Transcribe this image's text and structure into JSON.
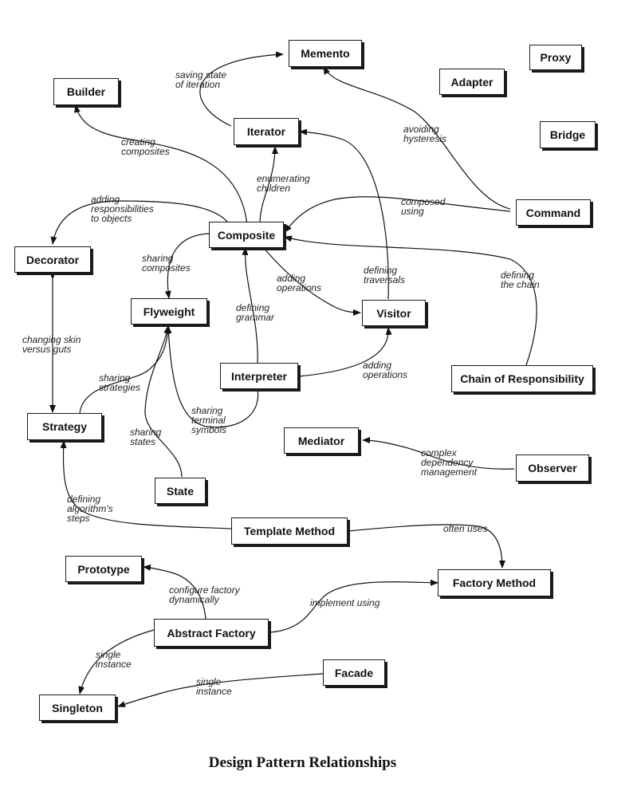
{
  "title": "Design Pattern Relationships",
  "patterns": {
    "memento": "Memento",
    "proxy": "Proxy",
    "builder": "Builder",
    "adapter": "Adapter",
    "iterator": "Iterator",
    "bridge": "Bridge",
    "command": "Command",
    "composite": "Composite",
    "decorator": "Decorator",
    "flyweight": "Flyweight",
    "visitor": "Visitor",
    "interpreter": "Interpreter",
    "chain": "Chain of Responsibility",
    "strategy": "Strategy",
    "mediator": "Mediator",
    "observer": "Observer",
    "state": "State",
    "template": "Template Method",
    "prototype": "Prototype",
    "factory_method": "Factory Method",
    "abstract_factory": "Abstract Factory",
    "facade": "Facade",
    "singleton": "Singleton"
  },
  "relations": {
    "saving_state": "saving state\nof iteration",
    "creating_composites": "creating\ncomposites",
    "avoiding_hysteresis": "avoiding\nhysteresis",
    "enumerating_children": "enumerating\nchildren",
    "adding_responsibilities": "adding\nresponsibilities\nto objects",
    "composed_using": "composed\nusing",
    "sharing_composites": "sharing\ncomposites",
    "adding_operations_1": "adding\noperations",
    "defining_traversals": "defining\ntraversals",
    "defining_chain": "defining\nthe chain",
    "defining_grammar": "defining\ngrammar",
    "changing_skin": "changing skin\nversus guts",
    "adding_operations_2": "adding\noperations",
    "sharing_strategies": "sharing\nstrategies",
    "sharing_terminal": "sharing\nterminal\nsymbols",
    "sharing_states": "sharing\nstates",
    "complex_dependency": "complex\ndependency\nmanagement",
    "defining_algorithm": "defining\nalgorithm's\nsteps",
    "often_uses": "often uses",
    "configure_factory": "configure factory\ndynamically",
    "implement_using": "implement using",
    "single_instance_1": "single\ninstance",
    "single_instance_2": "single\ninstance"
  }
}
